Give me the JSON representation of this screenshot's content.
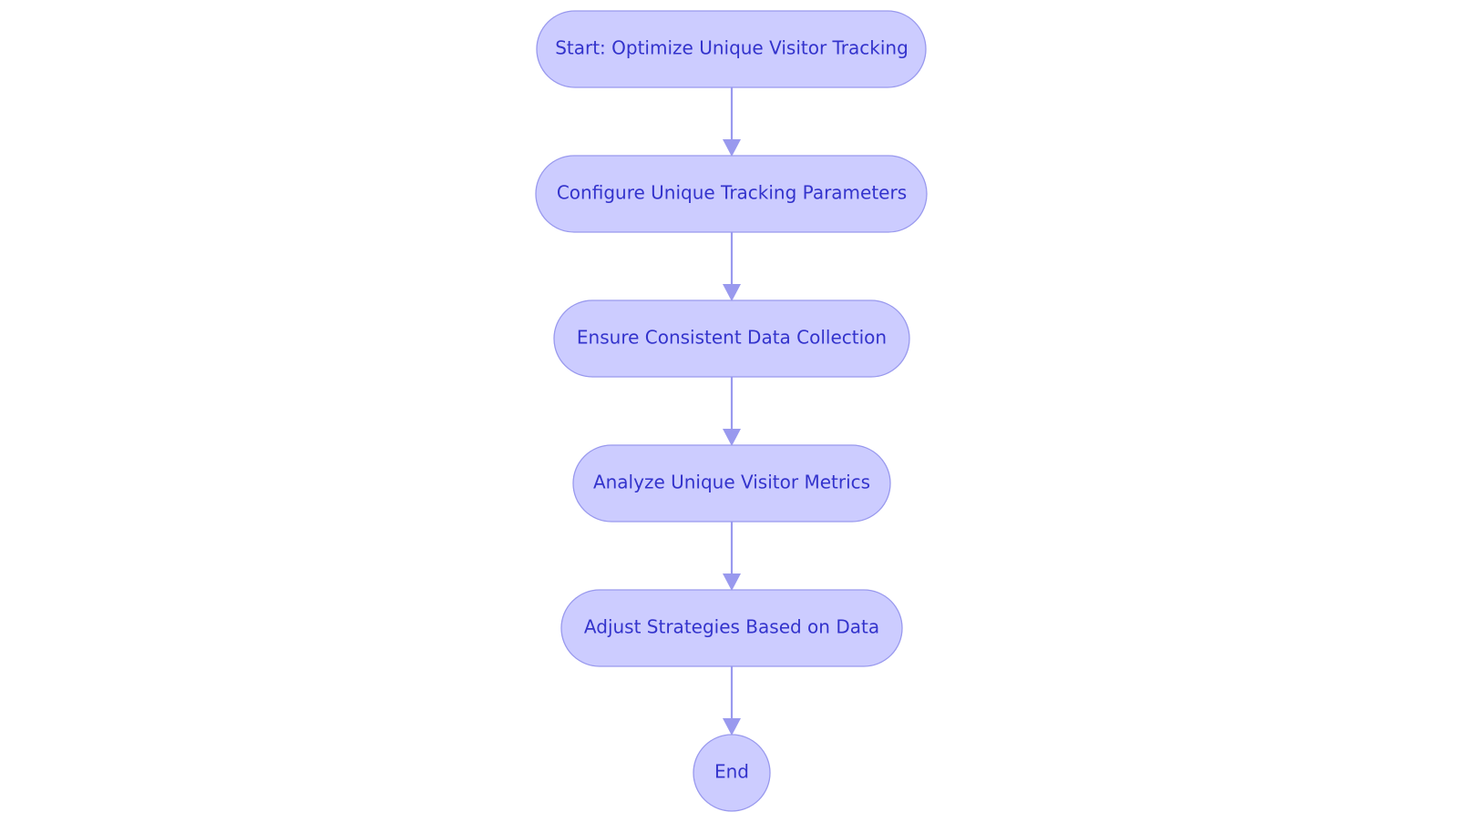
{
  "diagram": {
    "type": "flowchart",
    "direction": "top-to-bottom",
    "colors": {
      "node_fill": "#ccccff",
      "node_border": "#9999ee",
      "node_text": "#3333cc",
      "edge": "#9999ee",
      "background": "#ffffff"
    },
    "nodes": [
      {
        "id": "start",
        "label": "Start: Optimize Unique Visitor Tracking",
        "shape": "stadium"
      },
      {
        "id": "configure",
        "label": "Configure Unique Tracking Parameters",
        "shape": "stadium"
      },
      {
        "id": "ensure",
        "label": "Ensure Consistent Data Collection",
        "shape": "stadium"
      },
      {
        "id": "analyze",
        "label": "Analyze Unique Visitor Metrics",
        "shape": "stadium"
      },
      {
        "id": "adjust",
        "label": "Adjust Strategies Based on Data",
        "shape": "stadium"
      },
      {
        "id": "end",
        "label": "End",
        "shape": "circle"
      }
    ],
    "edges": [
      {
        "from": "start",
        "to": "configure"
      },
      {
        "from": "configure",
        "to": "ensure"
      },
      {
        "from": "ensure",
        "to": "analyze"
      },
      {
        "from": "analyze",
        "to": "adjust"
      },
      {
        "from": "adjust",
        "to": "end"
      }
    ]
  }
}
